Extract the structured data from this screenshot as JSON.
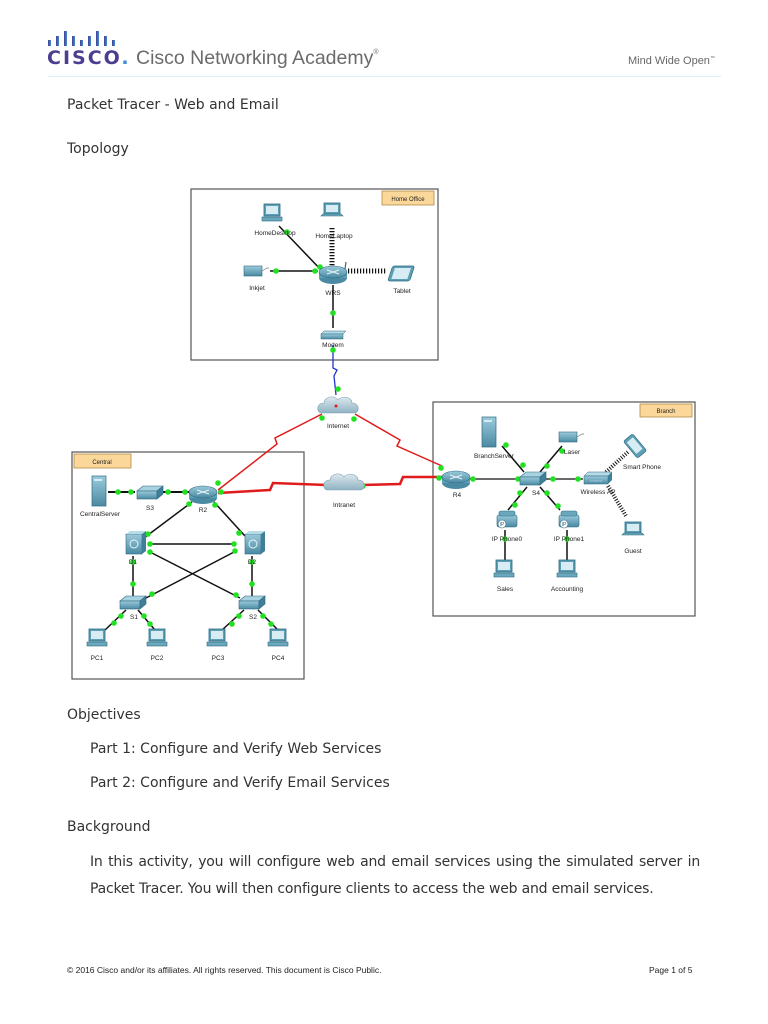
{
  "header": {
    "logo_text": "CISCO",
    "logo_dot": ".",
    "academy_name": "Cisco Networking Academy",
    "academy_mark": "®",
    "tagline": "Mind Wide Open",
    "tagline_mark": "™",
    "colors": {
      "logo": "#4b3d8f",
      "accent": "#3a8fd1",
      "rule": "#d8eef9"
    }
  },
  "document": {
    "title": "Packet Tracer - Web and Email",
    "topology_heading": "Topology",
    "objectives_heading": "Objectives",
    "objectives": [
      "Part 1: Configure and Verify Web Services",
      "Part 2: Configure and Verify Email Services"
    ],
    "background_heading": "Background",
    "background_text": "In this activity, you will configure web and email services using the simulated server in Packet Tracer. You will then configure clients to access the web and email services."
  },
  "topology": {
    "areas": {
      "home_office": "Home Office",
      "central": "Central",
      "branch": "Branch"
    },
    "devices": {
      "home_desktop": "HomeDesktop",
      "home_laptop": "HomeLaptop",
      "inkjet": "Inkjet",
      "wrs": "WRS",
      "tablet": "Tablet",
      "modem": "Modem",
      "internet": "Internet",
      "intranet": "Intranet",
      "central_server": "CentralServer",
      "s3": "S3",
      "r2": "R2",
      "d1": "D1",
      "d2": "D2",
      "s1": "S1",
      "s2": "S2",
      "pc1": "PC1",
      "pc2": "PC2",
      "pc3": "PC3",
      "pc4": "PC4",
      "branch_server": "BranchServer",
      "laser": "Laser",
      "smart_phone": "Smart Phone",
      "r4": "R4",
      "s4": "S4",
      "wireless_ap": "Wireless AP",
      "ip_phone0": "IP Phone0",
      "ip_phone1": "IP Phone1",
      "guest": "Guest",
      "sales": "Sales",
      "accounting": "Accounting"
    },
    "colors": {
      "area_label_bg": "#fbd89a",
      "serial_link": "#e01b1b",
      "ethernet_link": "#111111",
      "coax_link": "#2233cc",
      "link_light": "#22e022",
      "device": "#5d9fb5"
    }
  },
  "footer": {
    "copyright": "© 2016 Cisco and/or its affiliates. All rights reserved. This document is Cisco Public.",
    "page": "Page 1 of 5"
  }
}
